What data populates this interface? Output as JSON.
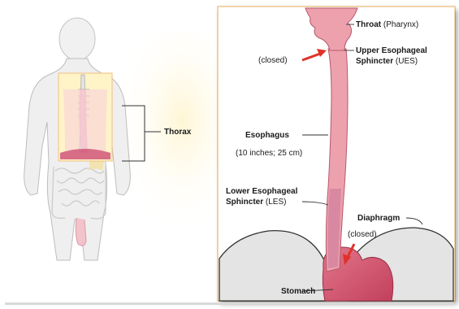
{
  "colors": {
    "glow": "#fff3c4",
    "frame_border": "#f0c890",
    "body_outline": "#b5b5b5",
    "body_fill": "#ededed",
    "esophagus": "#e89aa6",
    "esophagus_dark": "#cf6f82",
    "stomach": "#d2506a",
    "diaphragm_fill": "#d6d6d6",
    "arrow": "#e0322a"
  },
  "labels": {
    "thorax": "Thorax",
    "throat": "Throat",
    "throat_sub": "(Pharynx)",
    "ues_closed": "(closed)",
    "ues_line1": "Upper Esophageal",
    "ues_line2": "Sphincter",
    "ues_abbr": "(UES)",
    "esophagus": "Esophagus",
    "esophagus_size": "(10 inches; 25 cm)",
    "les_line1": "Lower Esophageal",
    "les_line2": "Sphincter",
    "les_abbr": "(LES)",
    "diaphragm": "Diaphragm",
    "les_closed": "(closed)",
    "stomach": "Stomach"
  }
}
